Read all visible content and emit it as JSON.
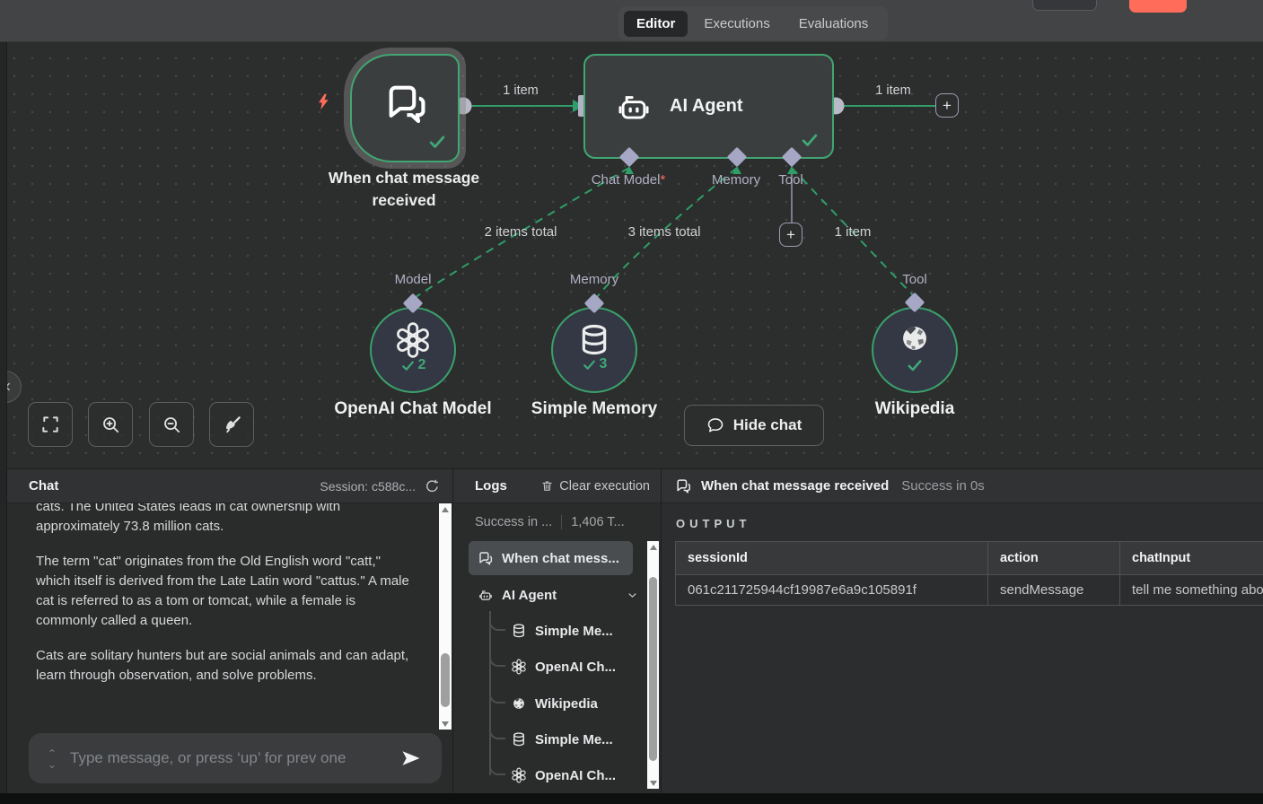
{
  "topbar": {
    "tab_editor": "Editor",
    "tab_executions": "Executions",
    "tab_evaluations": "Evaluations"
  },
  "canvas": {
    "trigger_label": "When chat message received",
    "agent_label": "AI Agent",
    "port_chat_model": "Chat Model",
    "port_required_mark": "*",
    "port_memory": "Memory",
    "port_tool": "Tool",
    "edge_trigger_agent": "1 item",
    "edge_agent_out": "1 item",
    "edge_model": "2 items total",
    "edge_memory": "3 items total",
    "edge_tool": "1 item",
    "sub_model_port": "Model",
    "sub_memory_port": "Memory",
    "sub_tool_port": "Tool",
    "sub_model_label": "OpenAI Chat Model",
    "sub_memory_label": "Simple Memory",
    "sub_tool_label": "Wikipedia",
    "sub_model_count": "2",
    "sub_memory_count": "3",
    "hide_chat": "Hide chat",
    "plus": "+"
  },
  "chat": {
    "title": "Chat",
    "session": "Session: c588c...",
    "paragraphs": [
      "cats. The United States leads in cat ownership with approximately 73.8 million cats.",
      "The term \"cat\" originates from the Old English word \"catt,\" which itself is derived from the Late Latin word \"cattus.\" A male cat is referred to as a tom or tomcat, while a female is commonly called a queen.",
      "Cats are solitary hunters but are social animals and can adapt, learn through observation, and solve problems."
    ],
    "input_placeholder": "Type message, or press ‘up’ for prev one"
  },
  "logs": {
    "title": "Logs",
    "clear": "Clear execution",
    "summary_status": "Success in ...",
    "summary_tokens": "1,406 T...",
    "item_trigger": "When chat mess...",
    "item_agent": "AI Agent",
    "children": [
      {
        "label": "Simple Me..."
      },
      {
        "label": "OpenAI Ch..."
      },
      {
        "label": "Wikipedia"
      },
      {
        "label": "Simple Me..."
      },
      {
        "label": "OpenAI Ch..."
      }
    ]
  },
  "output": {
    "node_title": "When chat message received",
    "status": "Success in 0s",
    "section_label": "OUTPUT",
    "headers": [
      "sessionId",
      "action",
      "chatInput"
    ],
    "row": [
      "061c211725944cf19987e6a9c105891f",
      "sendMessage",
      "tell me something abo"
    ]
  },
  "colors": {
    "accent_green": "#3aa06b",
    "accent_red": "#ff6d5a",
    "port_lavender": "#a6a7c4",
    "canvas_bg": "#2c2d2d"
  }
}
